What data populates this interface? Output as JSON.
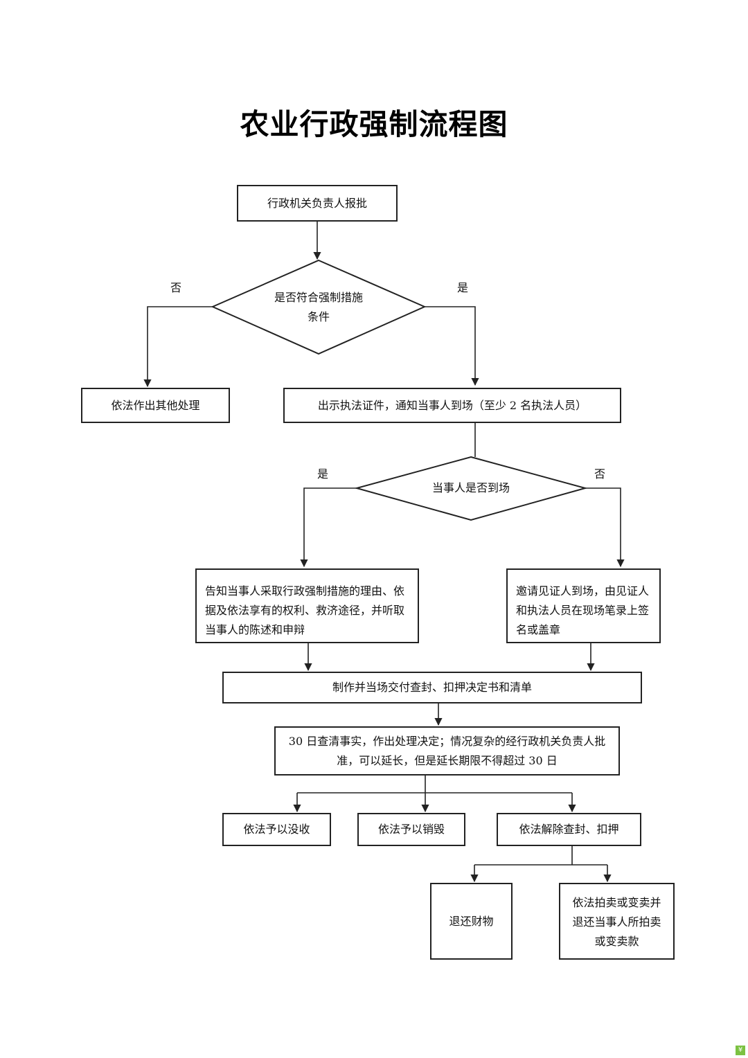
{
  "title": "农业行政强制流程图",
  "nodes": {
    "approval": "行政机关负责人报批",
    "decision_conditions": [
      "是否符合强制措施",
      "条件"
    ],
    "other_handling": "依法作出其他处理",
    "show_credentials": "出示执法证件，通知当事人到场（至少 2 名执法人员）",
    "decision_present": "当事人是否到场",
    "inform_party": [
      "告知当事人采取行政强制措施的理由、依",
      "据及依法享有的权利、救济途径，并听取",
      "当事人的陈述和申辩"
    ],
    "invite_witness": [
      "邀请见证人到场，由见证人",
      "和执法人员在现场笔录上签",
      "名或盖章"
    ],
    "make_decision_doc": "制作并当场交付查封、扣押决定书和清单",
    "thirty_days": [
      "30 日查清事实，作出处理决定；情况复杂的经行政机关负责人批",
      "准，可以延长，但是延长期限不得超过 30 日"
    ],
    "confiscate": "依法予以没收",
    "destroy": "依法予以销毁",
    "release": "依法解除查封、扣押",
    "return_property": "退还财物",
    "auction_refund": [
      "依法拍卖或变卖并",
      "退还当事人所拍卖",
      "或变卖款"
    ]
  },
  "labels": {
    "no_1": "否",
    "yes_1": "是",
    "yes_2": "是",
    "no_2": "否"
  },
  "colors": {
    "line": "#222222",
    "corner_icon": "#7cc242"
  }
}
